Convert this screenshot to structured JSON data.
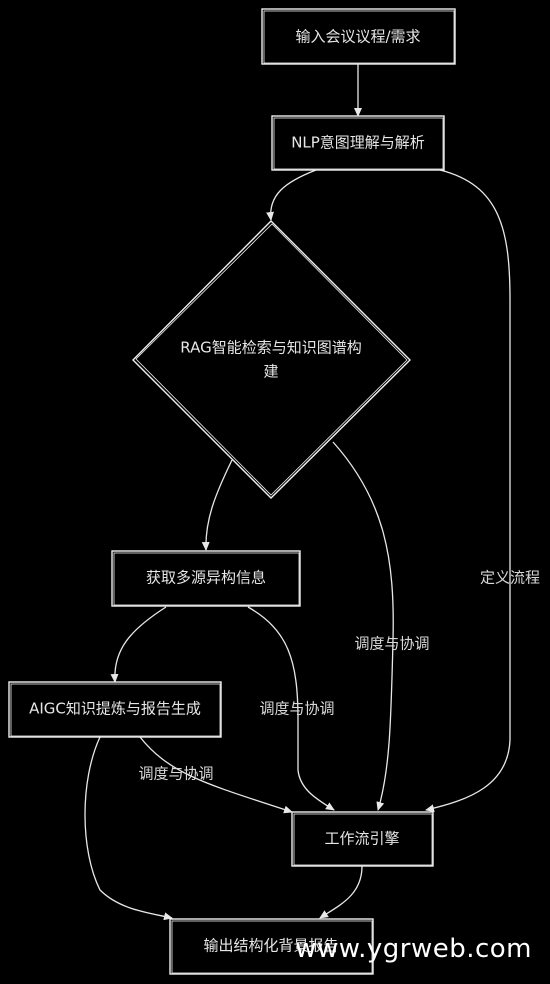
{
  "nodes": {
    "input": "输入会议议程/需求",
    "nlp": "NLP意图理解与解析",
    "rag_line1": "RAG智能检索与知识图谱构",
    "rag_line2": "建",
    "fetch": "获取多源异构信息",
    "aigc": "AIGC知识提炼与报告生成",
    "engine": "工作流引擎",
    "output": "输出结构化背景报告"
  },
  "edges": {
    "define_flow": "定义流程",
    "schedule_1": "调度与协调",
    "schedule_2": "调度与协调",
    "schedule_3": "调度与协调"
  },
  "watermark": "www.ygrweb.com"
}
